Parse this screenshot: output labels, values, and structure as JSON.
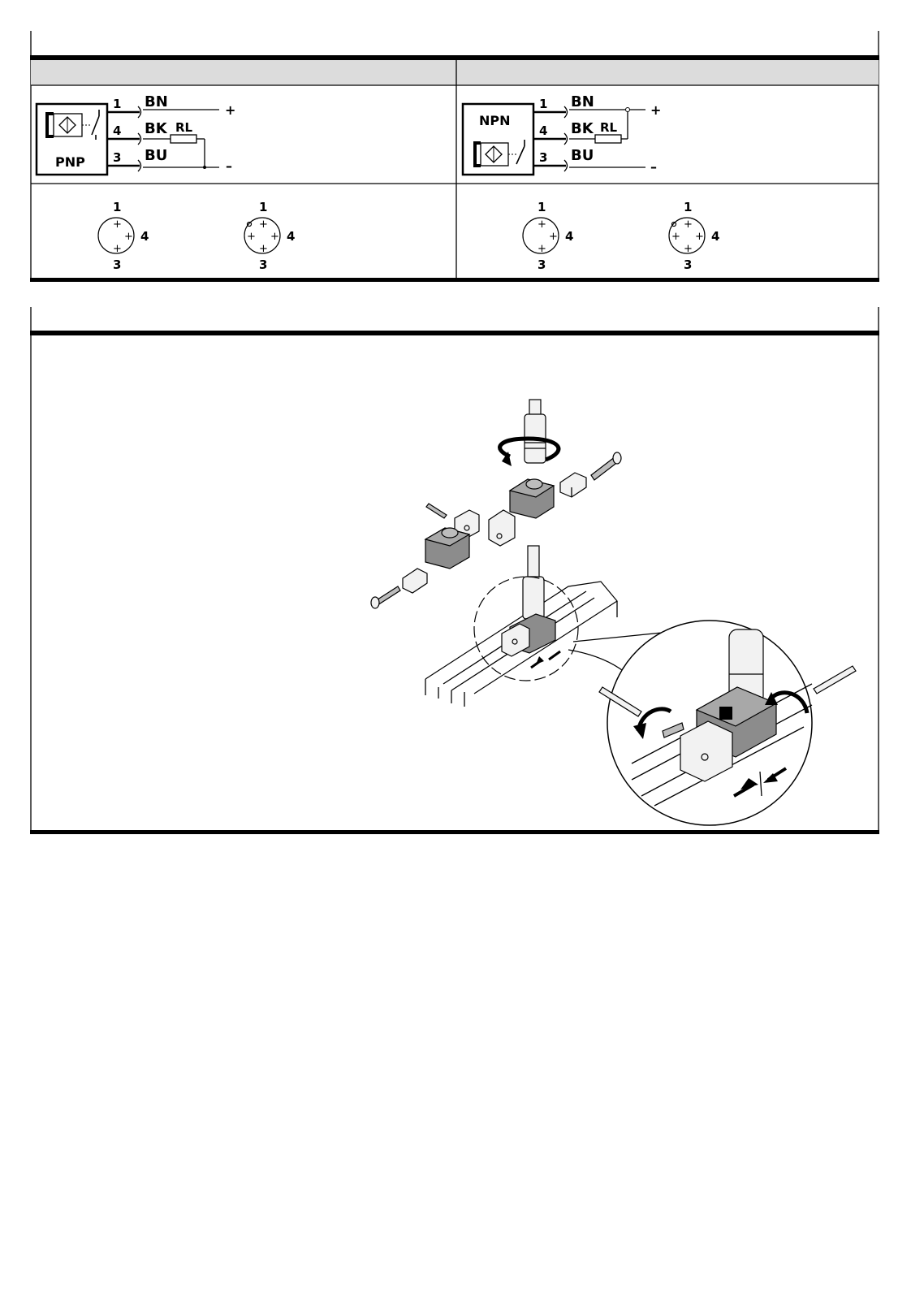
{
  "wiring": {
    "pnp": {
      "type_label": "PNP",
      "pins": [
        {
          "num": "1",
          "color": "BN"
        },
        {
          "num": "4",
          "color": "BK"
        },
        {
          "num": "3",
          "color": "BU"
        }
      ],
      "load_label": "RL",
      "plus": "+",
      "minus": "–"
    },
    "npn": {
      "type_label": "NPN",
      "pins": [
        {
          "num": "1",
          "color": "BN"
        },
        {
          "num": "4",
          "color": "BK"
        },
        {
          "num": "3",
          "color": "BU"
        }
      ],
      "load_label": "RL",
      "plus": "+",
      "minus": "–"
    }
  },
  "connectors": {
    "pin_top": "1",
    "pin_right": "4",
    "pin_bottom": "3",
    "plus_mark": "+"
  }
}
